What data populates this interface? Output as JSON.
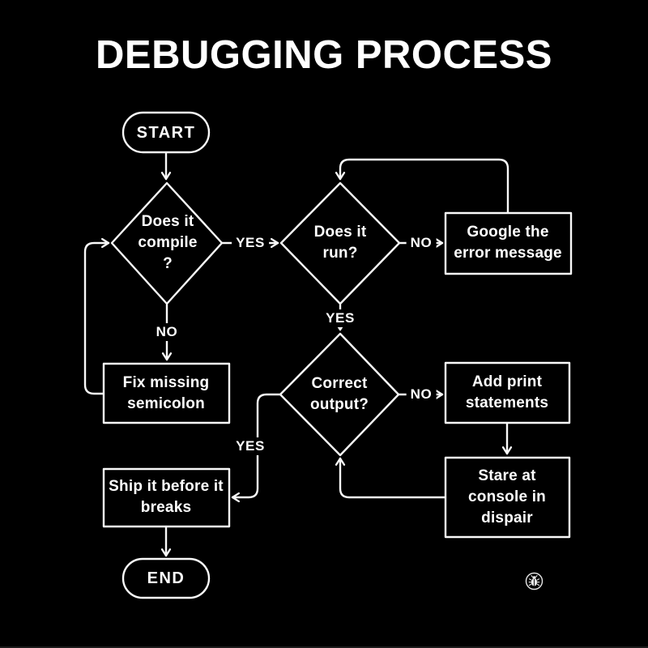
{
  "meta": {
    "background_color": "#000000",
    "line_color": "#fafafa",
    "text_color": "#ffffff"
  },
  "title": "DEBUGGING PROCESS",
  "nodes": {
    "start": {
      "label": "START",
      "type": "terminator"
    },
    "compile": {
      "label": "Does it\ncompile\n?",
      "type": "decision"
    },
    "run": {
      "label": "Does it\nrun?",
      "type": "decision"
    },
    "google": {
      "label": "Google the\nerror message",
      "type": "process"
    },
    "fix": {
      "label": "Fix missing\nsemicolon",
      "type": "process"
    },
    "correct": {
      "label": "Correct\noutput?",
      "type": "decision"
    },
    "addprint": {
      "label": "Add print\nstatements",
      "type": "process"
    },
    "stare": {
      "label": "Stare at\nconsole in\ndispair",
      "type": "process"
    },
    "ship": {
      "label": "Ship it before it\nbreaks",
      "type": "process"
    },
    "end": {
      "label": "END",
      "type": "terminator"
    }
  },
  "edge_labels": {
    "compile_yes": "YES",
    "compile_no": "NO",
    "run_no": "NO",
    "run_yes": "YES",
    "correct_no": "NO",
    "correct_yes": "YES"
  },
  "footer": {
    "logo_icon": "bug-icon"
  }
}
